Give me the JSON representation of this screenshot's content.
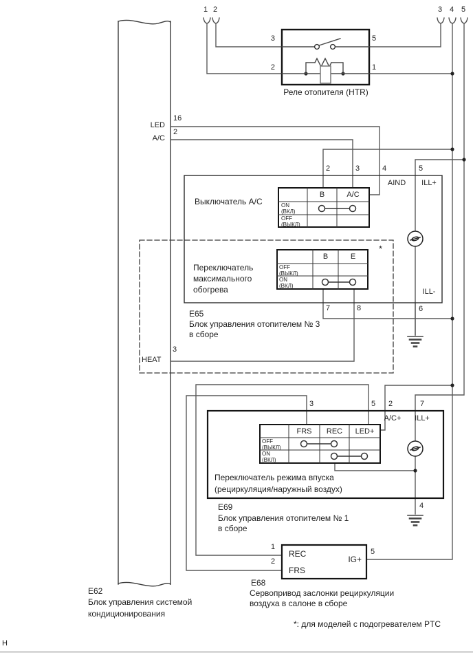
{
  "page": {
    "letter": "H",
    "footnote": "*: для моделей с подогревателем PTC"
  },
  "top_connectors": [
    "1",
    "2",
    "3",
    "4",
    "5"
  ],
  "relay": {
    "name": "Реле отопителя (HTR)",
    "pins": {
      "switch_in": "3",
      "switch_out": "5",
      "coil_in": "2",
      "coil_out": "1"
    }
  },
  "bus": {
    "id": "E62",
    "desc": "Блок управления системой\nкондиционирования",
    "led": {
      "label": "LED",
      "pin": "16"
    },
    "ac": {
      "label": "A/C",
      "pin": "2"
    },
    "heat": {
      "label": "HEAT",
      "pin": "3"
    }
  },
  "e65": {
    "id": "E65",
    "desc": "Блок управления отопителем № 3\nв сборе",
    "pins": {
      "p2": "2",
      "p3": "3",
      "p4": "4",
      "p5": "5",
      "p6": "6",
      "p7": "7",
      "p8": "8"
    },
    "labels": {
      "aind": "AIND",
      "ill_plus": "ILL+",
      "ill_minus": "ILL-"
    },
    "ac_switch": {
      "name": "Выключатель A/C",
      "cols": [
        "B",
        "A/C"
      ],
      "row_on": "ON\n(ВКЛ)",
      "row_off": "OFF\n(ВЫКЛ)"
    },
    "heat_switch": {
      "name": "Переключатель\nмаксимального\nобогрева",
      "cols": [
        "B",
        "E"
      ],
      "row_off": "OFF\n(ВЫКЛ)",
      "row_on": "ON\n(ВКЛ)",
      "note": "*"
    }
  },
  "e69": {
    "id": "E69",
    "desc": "Блок управления отопителем № 1\nв сборе",
    "pins": {
      "p3": "3",
      "p5": "5",
      "p2": "2",
      "p7": "7",
      "p4": "4"
    },
    "labels": {
      "ac_plus": "A/C+",
      "ill_plus": "ILL+"
    },
    "intake_switch": {
      "name": "Переключатель режима впуска\n(рециркуляция/наружный воздух)",
      "cols": [
        "FRS",
        "REC",
        "LED+"
      ],
      "row_off": "OFF\n(ВЫКЛ)",
      "row_on": "ON\n(ВКЛ)"
    }
  },
  "e68": {
    "id": "E68",
    "desc": "Сервопривод заслонки рециркуляции\nвоздуха в салоне в сборе",
    "pins": {
      "p1": "1",
      "p2": "2",
      "p5": "5"
    },
    "labels": {
      "rec": "REC",
      "frs": "FRS",
      "ig": "IG+"
    }
  }
}
